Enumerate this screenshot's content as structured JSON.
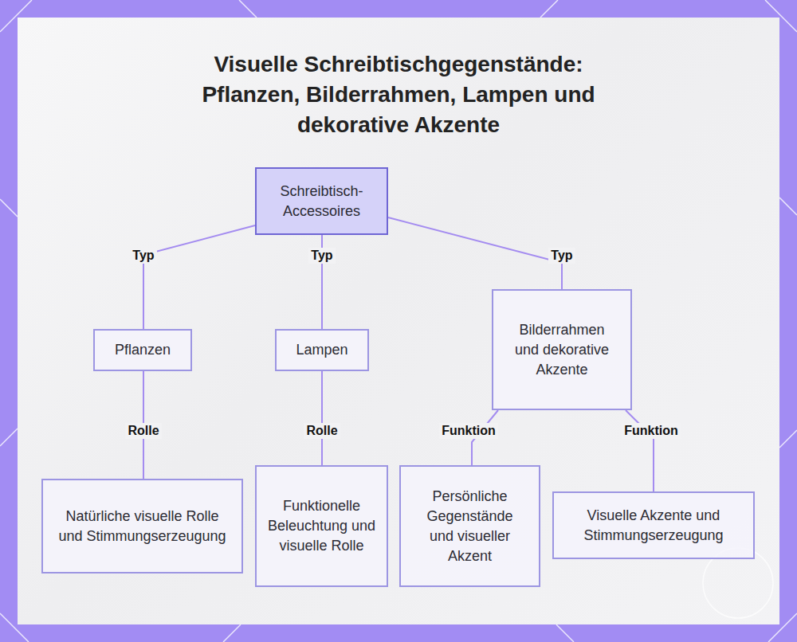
{
  "diagram": {
    "title": "Visuelle Schreibtischgegenstände: Pflanzen, Bilderrahmen, Lampen und dekorative Akzente",
    "nodes": [
      {
        "text": [
          "Schreibtisch- Accessoires"
        ]
      },
      {
        "text": [
          "Pflanzen"
        ]
      },
      {
        "text": [
          "Lampen"
        ]
      },
      {
        "text": [
          "Bilderrahmen und dekorative Akzente"
        ]
      },
      {
        "text": [
          "Natürliche visuelle Rolle und Stimmungserzeugung"
        ]
      },
      {
        "text": [
          "Funktionelle Beleuchtung und visuelle Rolle"
        ]
      },
      {
        "text": [
          "Persönliche Gegenstände und visueller Akzent"
        ]
      },
      {
        "text": [
          "Visuelle Akzente und Stimmungserzeugung"
        ]
      }
    ],
    "edges": [
      {
        "from": 0,
        "to": 1,
        "label": "Typ",
        "arrow": "none"
      },
      {
        "from": 0,
        "to": 2,
        "label": "Typ",
        "arrow": "none"
      },
      {
        "from": 0,
        "to": 3,
        "label": "Typ",
        "arrow": "none"
      },
      {
        "from": 1,
        "to": 4,
        "label": "Rolle",
        "arrow": "none"
      },
      {
        "from": 2,
        "to": 5,
        "label": "Rolle",
        "arrow": "none"
      },
      {
        "from": 3,
        "to": 6,
        "label": "Funktion",
        "arrow": "none"
      },
      {
        "from": 3,
        "to": 7,
        "label": "Funktion",
        "arrow": "none"
      }
    ]
  }
}
